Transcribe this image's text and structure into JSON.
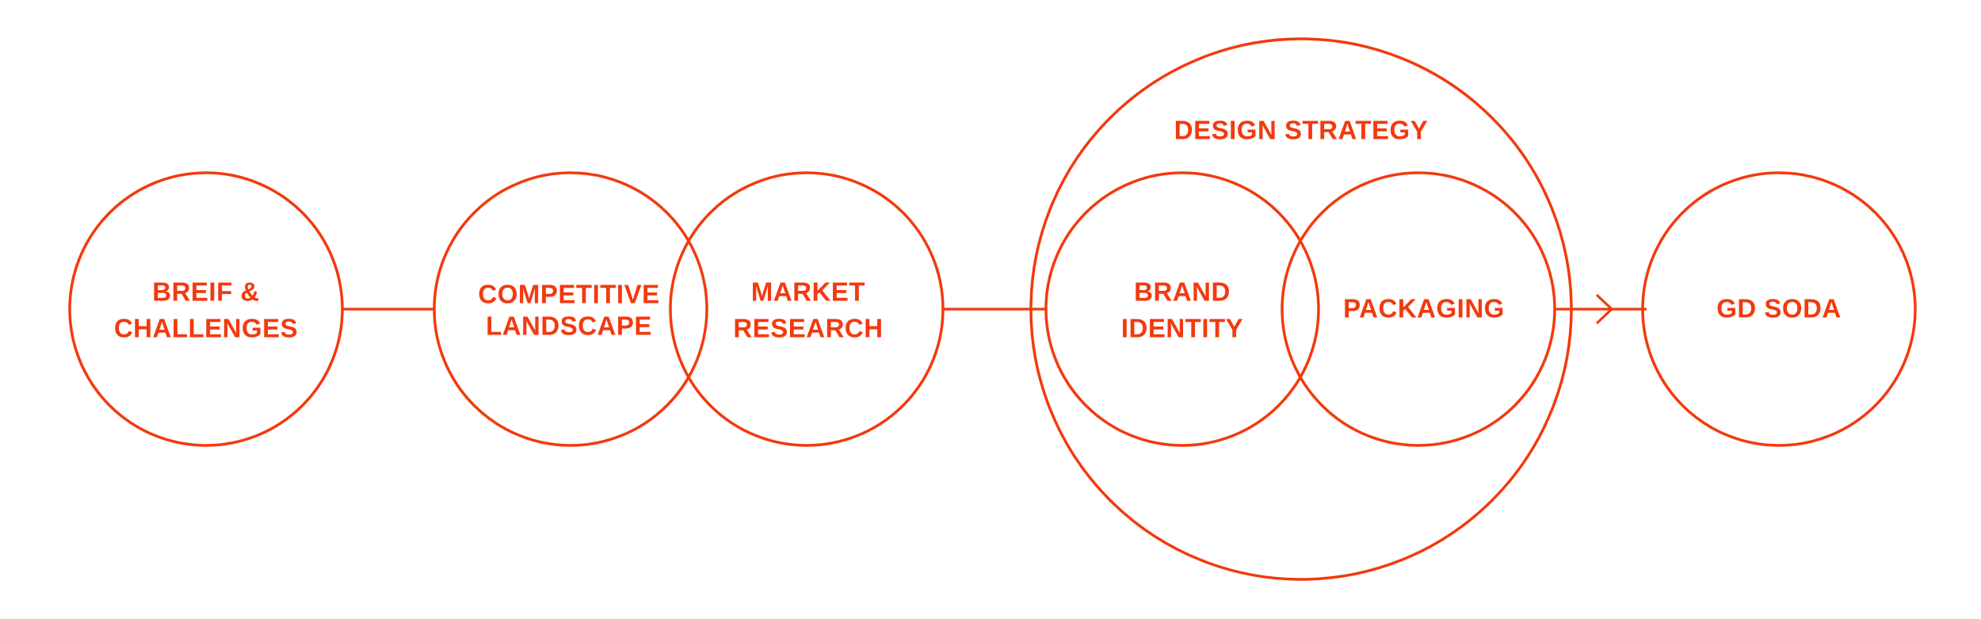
{
  "diagram": {
    "accent_color": "#f23a0f",
    "background_color": "#ffffff",
    "nodes": {
      "brief": {
        "line1": "BREIF &",
        "line2": "CHALLENGES"
      },
      "competitive": {
        "line1": "COMPETITIVE",
        "line2": "LANDSCAPE"
      },
      "market": {
        "line1": "MARKET",
        "line2": "RESEARCH"
      },
      "design_strategy": {
        "label": "DESIGN STRATEGY"
      },
      "brand": {
        "line1": "BRAND",
        "line2": "IDENTITY"
      },
      "packaging": {
        "label": "PACKAGING"
      },
      "gd_soda": {
        "label": "GD SODA"
      }
    },
    "arrow_icon": "chevron-right-icon"
  }
}
